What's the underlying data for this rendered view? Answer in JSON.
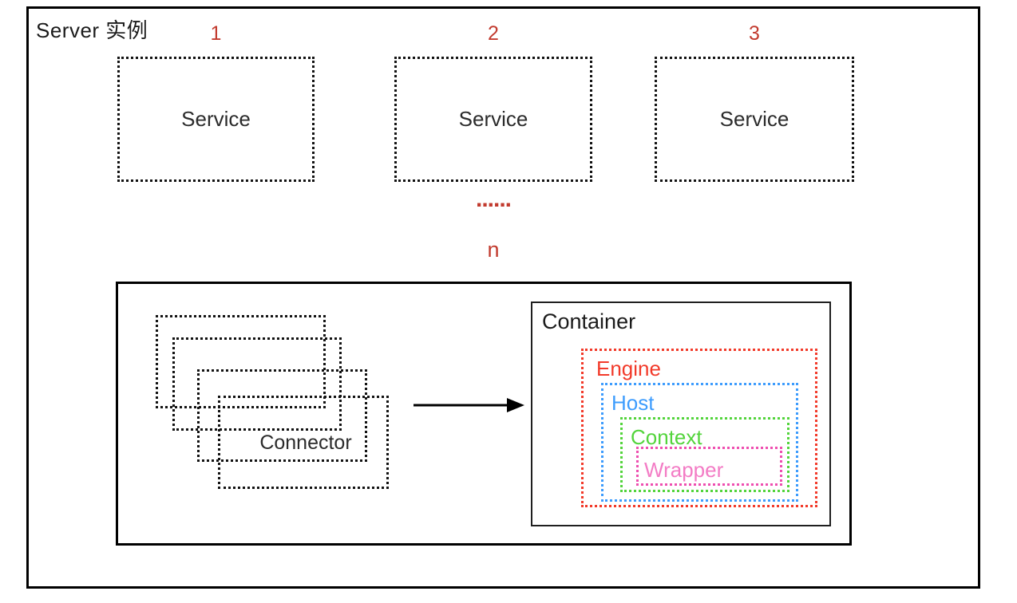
{
  "frame": {
    "title": "Server 实例"
  },
  "services": {
    "items": [
      {
        "number": "1",
        "label": "Service"
      },
      {
        "number": "2",
        "label": "Service"
      },
      {
        "number": "3",
        "label": "Service"
      }
    ],
    "ellipsis": "......",
    "more_label": "n"
  },
  "flow": {
    "connector_label": "Connector",
    "container_label": "Container",
    "levels": [
      {
        "label": "Engine",
        "color": "#f23a2a",
        "text_color": "#f23a2a"
      },
      {
        "label": "Host",
        "color": "#3d9cfd",
        "text_color": "#3d9cfd"
      },
      {
        "label": "Context",
        "color": "#53d43c",
        "text_color": "#53d43c"
      },
      {
        "label": "Wrapper",
        "color": "#ee4fb0",
        "text_color": "#f37cc5"
      }
    ]
  },
  "colors": {
    "accent_red": "#c23b2f",
    "line_black": "#000000"
  }
}
